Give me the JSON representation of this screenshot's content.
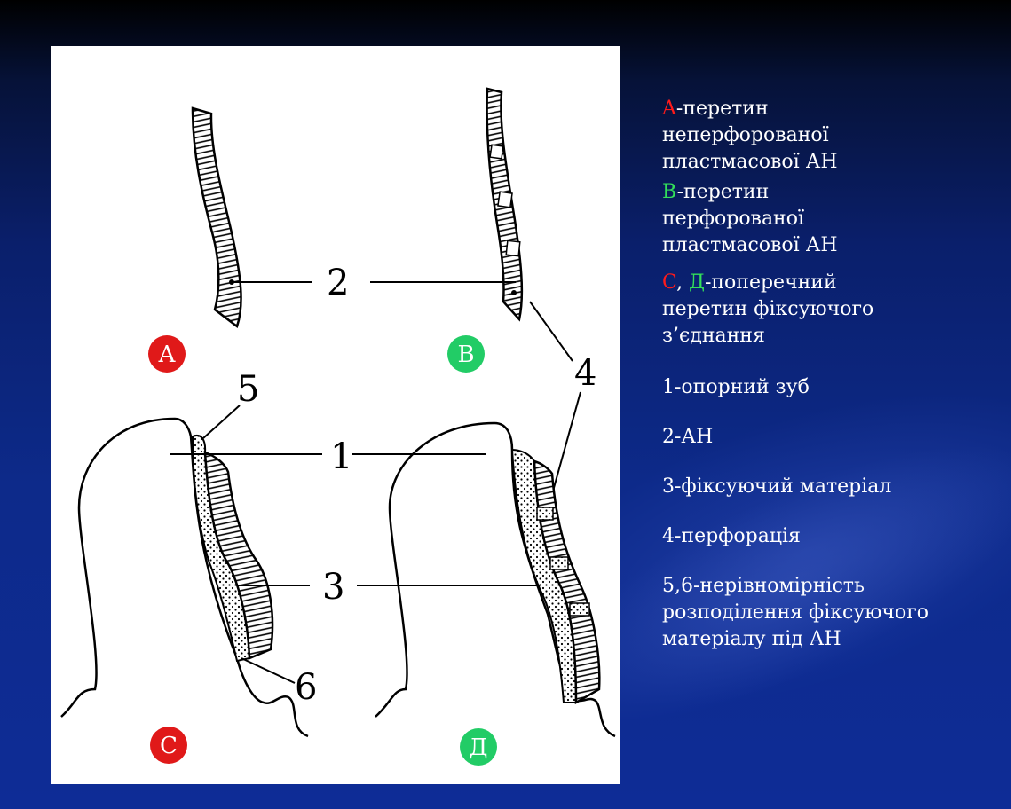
{
  "figure": {
    "circles": [
      {
        "letter": "A",
        "color": "#e01919"
      },
      {
        "letter": "B",
        "color": "#22cc66"
      },
      {
        "letter": "C",
        "color": "#e01919"
      },
      {
        "letter": "Д",
        "color": "#22cc66"
      }
    ],
    "numbers": [
      "1",
      "2",
      "3",
      "4",
      "5",
      "6"
    ]
  },
  "legend": {
    "a_letter": "A",
    "a_text_1": "-перетин",
    "a_text_2": "неперфорованої",
    "a_text_3": "пластмасової АН",
    "b_letter": "B",
    "b_text_1": "-перетин",
    "b_text_2": "перфорованої",
    "b_text_3": "пластмасової АН",
    "c_letter": "C",
    "comma": ", ",
    "d_letter": "Д",
    "cd_text_1": "-поперечний",
    "cd_text_2": "перетин фіксуючого",
    "cd_text_3": "з’єднання",
    "item1": "1-опорний зуб",
    "item2": "2-АН",
    "item3": "3-фіксуючий матеріал",
    "item4": "4-перфорація",
    "item5_1": "5,6-нерівномірність",
    "item5_2": "розподілення фіксуючого",
    "item5_3": "матеріалу під АН"
  },
  "colors": {
    "red": "#ff1a1a",
    "green": "#33e05a",
    "text": "#ffffff"
  }
}
